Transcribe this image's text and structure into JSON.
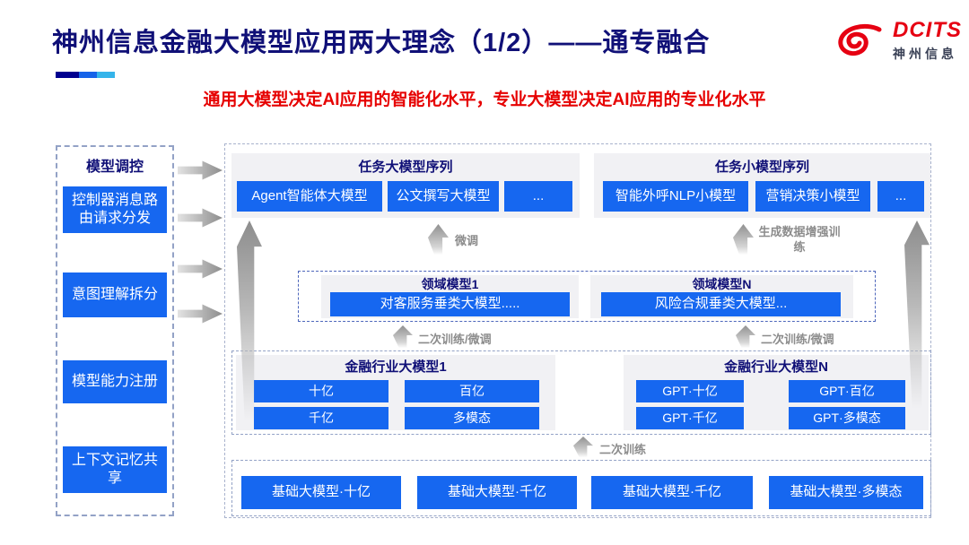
{
  "slide": {
    "title": "神州信息金融大模型应用两大理念（1/2）——通专融合",
    "subtitle": "通用大模型决定AI应用的智能化水平，专业大模型决定AI应用的专业化水平"
  },
  "logo": {
    "brand": "DCITS",
    "company": "神州信息"
  },
  "sidebar": {
    "header": "模型调控",
    "items": [
      {
        "label": "控制器消息路由请求分发"
      },
      {
        "label": "意图理解拆分"
      },
      {
        "label": "模型能力注册"
      },
      {
        "label": "上下文记忆共享"
      }
    ]
  },
  "task_large_models": {
    "header": "任务大模型序列",
    "items": [
      {
        "label": "Agent智能体大模型"
      },
      {
        "label": "公文撰写大模型"
      },
      {
        "label": "..."
      }
    ]
  },
  "task_small_models": {
    "header": "任务小模型序列",
    "items": [
      {
        "label": "智能外呼NLP小模型"
      },
      {
        "label": "营销决策小模型"
      },
      {
        "label": "..."
      }
    ]
  },
  "flow_labels": {
    "finetune": "微调",
    "augmented_training": "生成数据增强训练",
    "retrain_finetune_left": "二次训练/微调",
    "retrain_finetune_right": "二次训练/微调",
    "retrain": "二次训练"
  },
  "domain_models": {
    "groups": [
      {
        "header": "领域模型1",
        "model": "对客服务垂类大模型....."
      },
      {
        "header": "领域模型N",
        "model": "风险合规垂类大模型..."
      }
    ]
  },
  "industry_models": {
    "groups": [
      {
        "header": "金融行业大模型1",
        "items": [
          {
            "label": "十亿"
          },
          {
            "label": "百亿"
          },
          {
            "label": "千亿"
          },
          {
            "label": "多模态"
          }
        ]
      },
      {
        "header": "金融行业大模型N",
        "items": [
          {
            "label": "GPT·十亿"
          },
          {
            "label": "GPT·百亿"
          },
          {
            "label": "GPT·千亿"
          },
          {
            "label": "GPT·多模态"
          }
        ]
      }
    ]
  },
  "base_models": {
    "items": [
      {
        "label": "基础大模型·十亿"
      },
      {
        "label": "基础大模型·千亿"
      },
      {
        "label": "基础大模型·千亿"
      },
      {
        "label": "基础大模型·多模态"
      }
    ]
  },
  "colors": {
    "accent_blue": "#1667f0",
    "title_navy": "#101077",
    "subtitle_red": "#e60000",
    "logo_red": "#e60012",
    "panel_gray": "#f1f1f4",
    "label_gray": "#8c8c8c"
  }
}
